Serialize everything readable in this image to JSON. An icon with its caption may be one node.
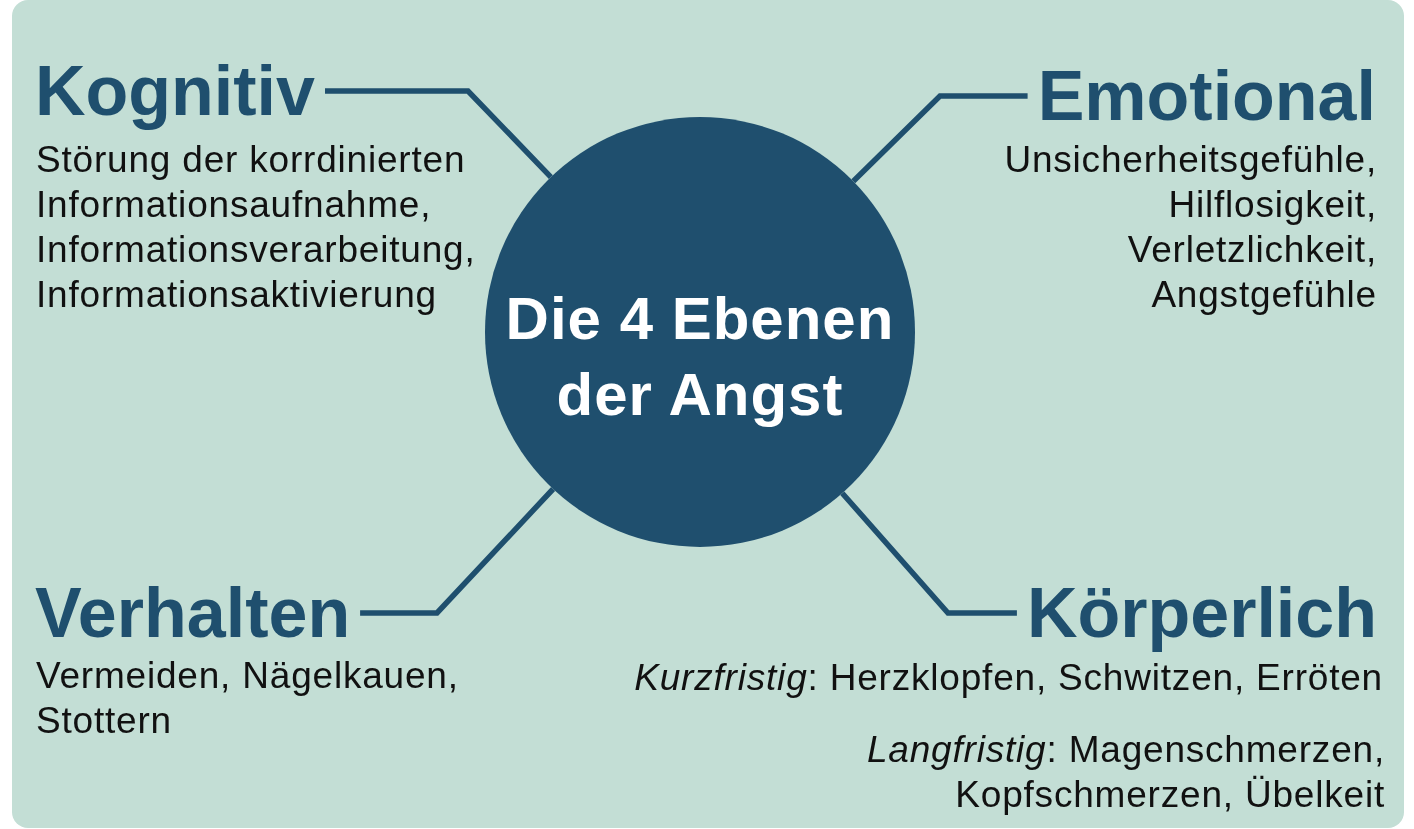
{
  "diagram": {
    "nodes": [
      {
        "text": [
          "Kognitiv"
        ],
        "beside": [
          "Störung der korrdinierten Informationsaufnahme, Informationsverarbeitung, Informationsaktivierung"
        ]
      },
      {
        "text": [
          "Emotional"
        ],
        "beside": [
          "Unsicherheitsgefühle, Hilflosigkeit, Verletzlichkeit, Angstgefühle"
        ]
      },
      {
        "text": [
          "Die 4 Ebenen der Angst"
        ]
      },
      {
        "text": [
          "Verhalten"
        ],
        "beside": [
          "Vermeiden, Nägelkauen, Stottern"
        ]
      },
      {
        "text": [
          "Körperlich"
        ],
        "beside": [
          "*Kurzfristig*: Herzklopfen, Schwitzen, Erröten",
          "*Langfristig*: Magenschmerzen, Kopfschmerzen, Übelkeit"
        ]
      }
    ],
    "edges": [
      {
        "from": 2,
        "to": 0,
        "arrow": "none"
      },
      {
        "from": 2,
        "to": 1,
        "arrow": "none"
      },
      {
        "from": 2,
        "to": 3,
        "arrow": "none"
      },
      {
        "from": 2,
        "to": 4,
        "arrow": "none"
      }
    ]
  }
}
